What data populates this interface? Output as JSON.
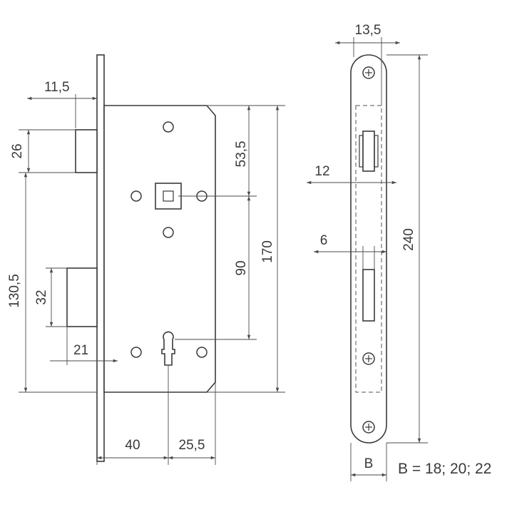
{
  "dimensions": {
    "d_11_5": "11,5",
    "d_26": "26",
    "d_130_5": "130,5",
    "d_32": "32",
    "d_21": "21",
    "d_40": "40",
    "d_25_5": "25,5",
    "d_53_5": "53,5",
    "d_90": "90",
    "d_170": "170",
    "d_13_5": "13,5",
    "d_12": "12",
    "d_6": "6",
    "d_240": "240",
    "d_b": "B"
  },
  "note": "B = 18; 20; 22"
}
